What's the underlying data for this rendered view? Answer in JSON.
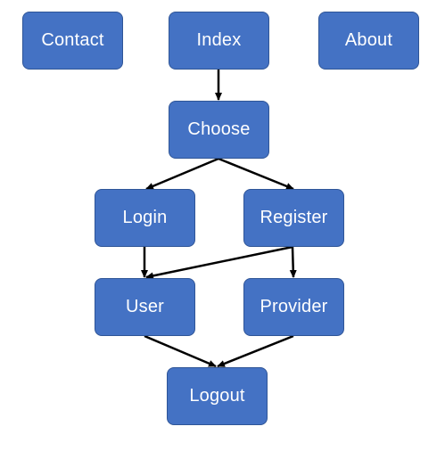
{
  "style": {
    "node_fill": "#4472c4",
    "node_border": "#2f5597",
    "text_color": "#ffffff",
    "edge_color": "#000000"
  },
  "nodes": {
    "contact": "Contact",
    "index": "Index",
    "about": "About",
    "choose": "Choose",
    "login": "Login",
    "register": "Register",
    "user": "User",
    "provider": "Provider",
    "logout": "Logout"
  },
  "edges": [
    {
      "from": "Index",
      "to": "Choose"
    },
    {
      "from": "Choose",
      "to": "Login"
    },
    {
      "from": "Choose",
      "to": "Register"
    },
    {
      "from": "Login",
      "to": "User"
    },
    {
      "from": "Register",
      "to": "User"
    },
    {
      "from": "Register",
      "to": "Provider"
    },
    {
      "from": "User",
      "to": "Logout"
    },
    {
      "from": "Provider",
      "to": "Logout"
    }
  ]
}
